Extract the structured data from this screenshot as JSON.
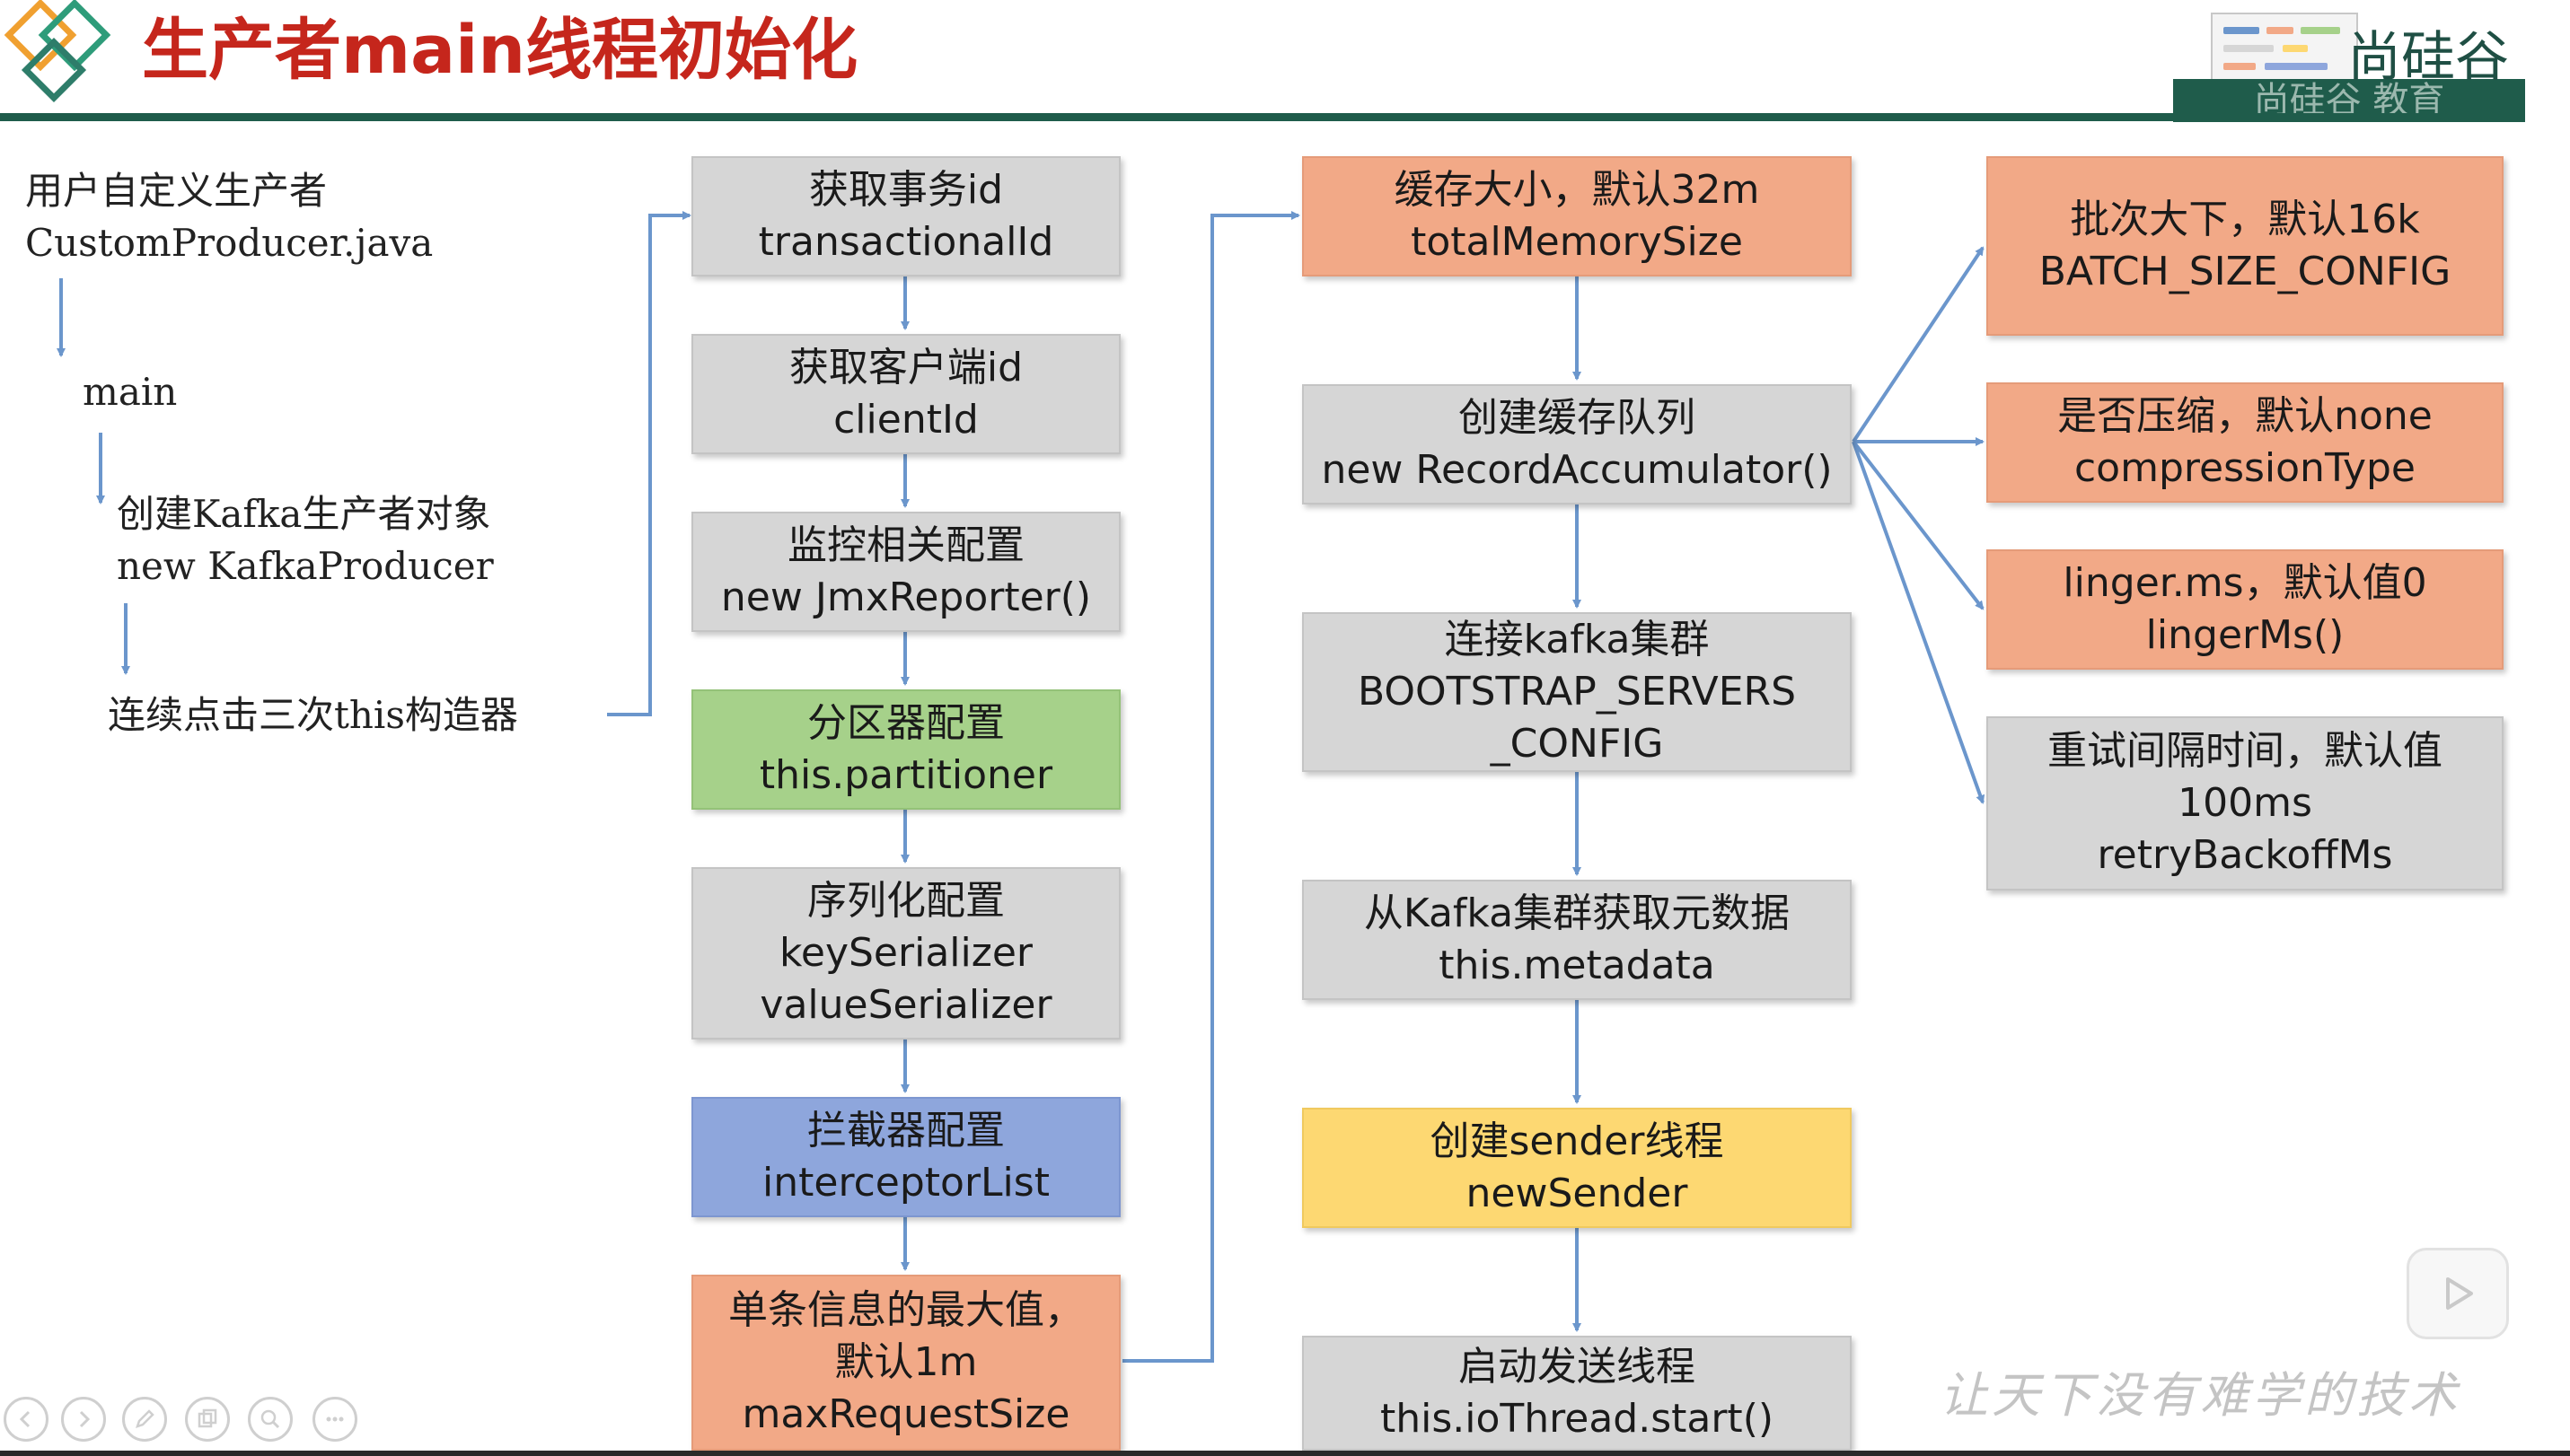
{
  "slide": {
    "title": "生产者main线程初始化",
    "brand": "尚硅谷",
    "brand_strip": "尚硅谷 教育",
    "watermark": "让天下没有难学的技术"
  },
  "colors": {
    "title": "#c5261c",
    "header_rule": "#1f5c4b",
    "arrow": "#6b96cc",
    "gray_box": "#d6d6d6",
    "orange_box": "#f2a987",
    "green_box": "#a6d18a",
    "blue_box": "#8ea6dc",
    "yellow_box": "#fdd872"
  },
  "left_steps": {
    "user_producer": [
      "用户自定义生产者",
      "CustomProducer.java"
    ],
    "main": "main",
    "create_producer": [
      "创建Kafka生产者对象",
      "new KafkaProducer"
    ],
    "constructor": "连续点击三次this构造器"
  },
  "column1": [
    {
      "lines": [
        "获取事务id",
        "transactionalId"
      ],
      "color": "gray"
    },
    {
      "lines": [
        "获取客户端id",
        "clientId"
      ],
      "color": "gray"
    },
    {
      "lines": [
        "监控相关配置",
        "new JmxReporter()"
      ],
      "color": "gray"
    },
    {
      "lines": [
        "分区器配置",
        "this.partitioner"
      ],
      "color": "green"
    },
    {
      "lines": [
        "序列化配置",
        "keySerializer",
        "valueSerializer"
      ],
      "color": "gray"
    },
    {
      "lines": [
        "拦截器配置",
        "interceptorList"
      ],
      "color": "blue"
    },
    {
      "lines": [
        "单条信息的最大值，",
        "默认1m",
        "maxRequestSize"
      ],
      "color": "orange"
    }
  ],
  "column2": [
    {
      "lines": [
        "缓存大小，默认32m",
        "totalMemorySize"
      ],
      "color": "orange"
    },
    {
      "lines": [
        "创建缓存队列",
        "new RecordAccumulator()"
      ],
      "color": "gray"
    },
    {
      "lines": [
        "连接kafka集群",
        "BOOTSTRAP_SERVERS",
        "_CONFIG"
      ],
      "color": "gray"
    },
    {
      "lines": [
        "从Kafka集群获取元数据",
        "this.metadata"
      ],
      "color": "gray"
    },
    {
      "lines": [
        "创建sender线程",
        "newSender"
      ],
      "color": "yellow"
    },
    {
      "lines": [
        "启动发送线程",
        "this.ioThread.start()"
      ],
      "color": "gray"
    }
  ],
  "column3": [
    {
      "lines": [
        "批次大下，默认16k",
        "BATCH_SIZE_CONFIG"
      ],
      "color": "orange"
    },
    {
      "lines": [
        "是否压缩，默认none",
        "compressionType"
      ],
      "color": "orange"
    },
    {
      "lines": [
        "linger.ms，默认值0",
        "lingerMs()"
      ],
      "color": "orange"
    },
    {
      "lines": [
        "重试间隔时间，默认值",
        "100ms",
        "retryBackoffMs"
      ],
      "color": "gray"
    }
  ],
  "player_controls": [
    "prev-icon",
    "next-icon",
    "pen-icon",
    "copy-icon",
    "zoom-icon",
    "more-icon"
  ]
}
